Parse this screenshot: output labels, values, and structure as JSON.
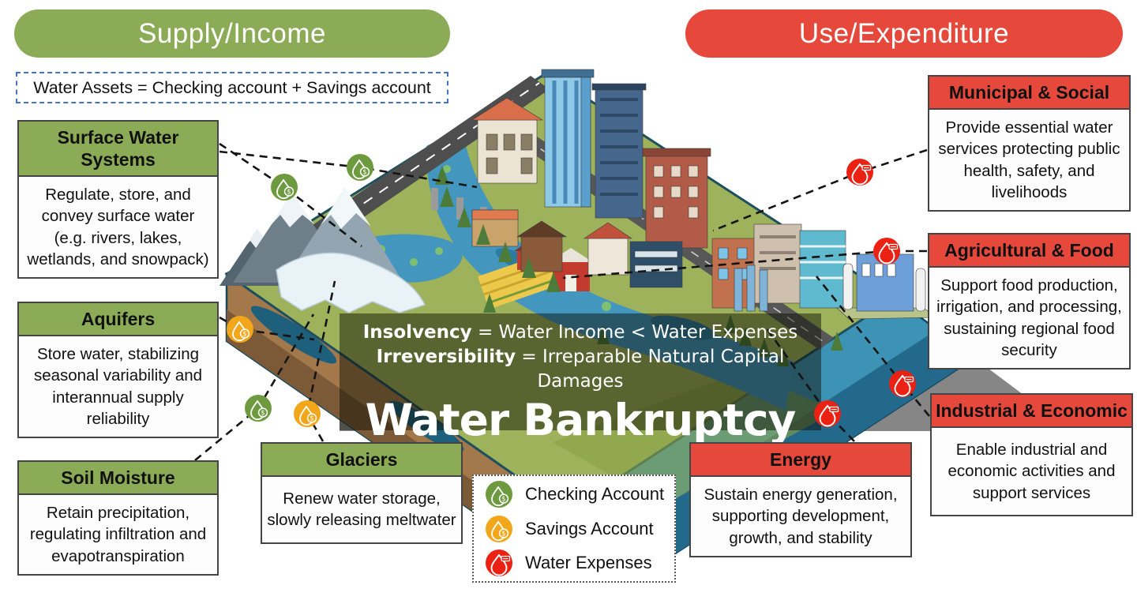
{
  "header": {
    "supply_label": "Supply/Income",
    "use_label": "Use/Expenditure",
    "assets_formula": "Water Assets = Checking account + Savings account"
  },
  "supply_boxes": [
    {
      "title": "Surface Water Systems",
      "body": "Regulate, store, and convey surface water (e.g. rivers, lakes, wetlands, and snowpack)"
    },
    {
      "title": "Aquifers",
      "body": "Store water, stabilizing seasonal variability and interannual supply reliability"
    },
    {
      "title": "Soil Moisture",
      "body": "Retain precipitation, regulating infiltration and evapotranspiration"
    },
    {
      "title": "Glaciers",
      "body": "Renew water storage, slowly releasing meltwater"
    }
  ],
  "use_boxes": [
    {
      "title": "Municipal & Social",
      "body": "Provide essential water services protecting public health, safety, and livelihoods"
    },
    {
      "title": "Agricultural & Food",
      "body": "Support food production, irrigation, and processing, sustaining regional food security"
    },
    {
      "title": "Industrial & Economic",
      "body": "Enable industrial and economic activities and support services"
    },
    {
      "title": "Energy",
      "body": "Sustain energy generation, supporting development, growth, and stability"
    }
  ],
  "center": {
    "insolvency_term": "Insolvency",
    "insolvency_rest": " = Water Income < Water Expenses",
    "irreversibility_term": "Irreversibility",
    "irreversibility_rest": " = Irreparable Natural Capital Damages",
    "title": "Water Bankruptcy"
  },
  "legend": {
    "items": [
      {
        "icon": "checking-account-drop-icon",
        "color": "#6d9a3f",
        "label": "Checking Account"
      },
      {
        "icon": "savings-account-drop-icon",
        "color": "#f2a71b",
        "label": "Savings Account"
      },
      {
        "icon": "water-expenses-drop-icon",
        "color": "#ea2113",
        "label": "Water Expenses"
      }
    ],
    "dollar_glyph": "$"
  },
  "colors": {
    "supply_green": "#8cab57",
    "use_red": "#e6493c",
    "drop_green": "#6d9a3f",
    "drop_yellow": "#f2a71b",
    "drop_red": "#ea2113",
    "assets_border_blue": "#4472c4"
  }
}
